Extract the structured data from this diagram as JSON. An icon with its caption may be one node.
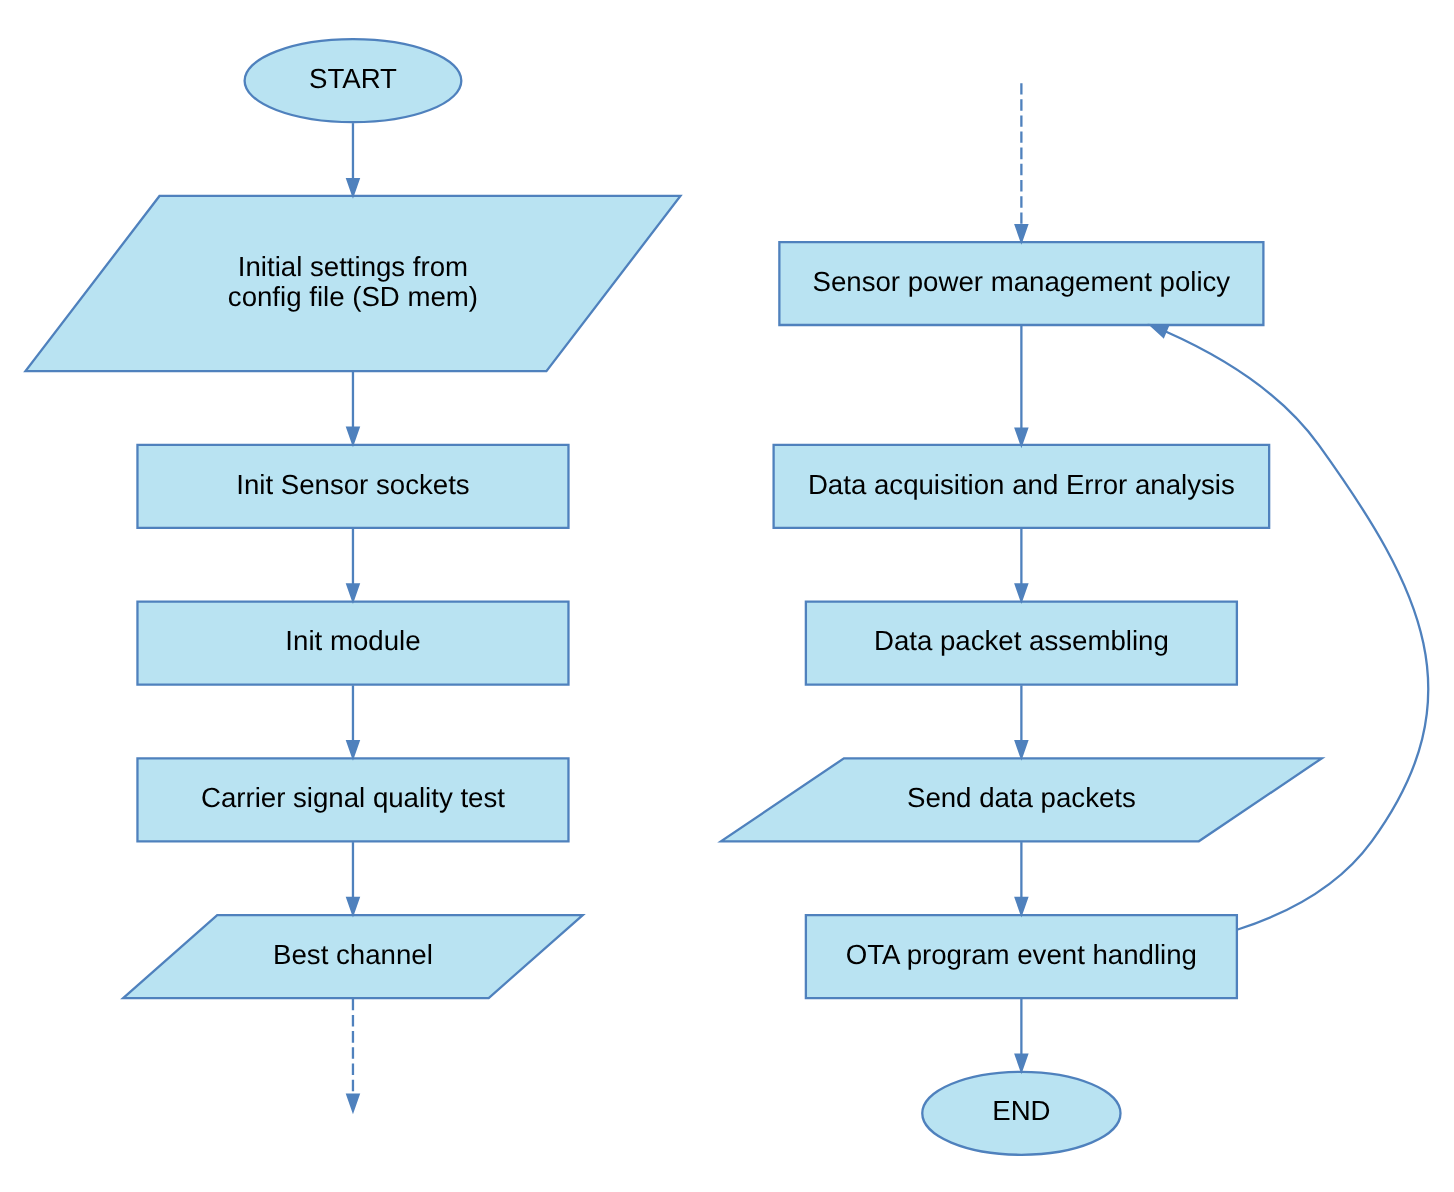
{
  "diagram": {
    "nodes": [
      {
        "text": [
          "START"
        ]
      },
      {
        "text": [
          "Initial settings from config file (SD mem)"
        ]
      },
      {
        "text": [
          "Init Sensor sockets"
        ]
      },
      {
        "text": [
          "Init module"
        ]
      },
      {
        "text": [
          "Carrier signal quality test"
        ]
      },
      {
        "text": [
          "Best channel"
        ]
      },
      {
        "text": [
          "Sensor power management policy"
        ]
      },
      {
        "text": [
          "Data acquisition and Error analysis"
        ]
      },
      {
        "text": [
          "Data packet assembling"
        ]
      },
      {
        "text": [
          "Send data packets"
        ]
      },
      {
        "text": [
          "OTA program event handling"
        ]
      },
      {
        "text": [
          "END"
        ]
      }
    ],
    "edges": [
      {
        "from": 0,
        "to": 1,
        "arrow": "to"
      },
      {
        "from": 1,
        "to": 2,
        "arrow": "to"
      },
      {
        "from": 2,
        "to": 3,
        "arrow": "to"
      },
      {
        "from": 3,
        "to": 4,
        "arrow": "to"
      },
      {
        "from": 4,
        "to": 5,
        "arrow": "to"
      },
      {
        "from": 5,
        "to": null,
        "arrow": "to",
        "style": "dashed"
      },
      {
        "from": null,
        "to": 6,
        "arrow": "to",
        "style": "dashed"
      },
      {
        "from": 6,
        "to": 7,
        "arrow": "to"
      },
      {
        "from": 7,
        "to": 8,
        "arrow": "to"
      },
      {
        "from": 8,
        "to": 9,
        "arrow": "to"
      },
      {
        "from": 9,
        "to": 10,
        "arrow": "to"
      },
      {
        "from": 10,
        "to": 11,
        "arrow": "to"
      },
      {
        "from": 10,
        "to": 6,
        "arrow": "to"
      }
    ]
  }
}
